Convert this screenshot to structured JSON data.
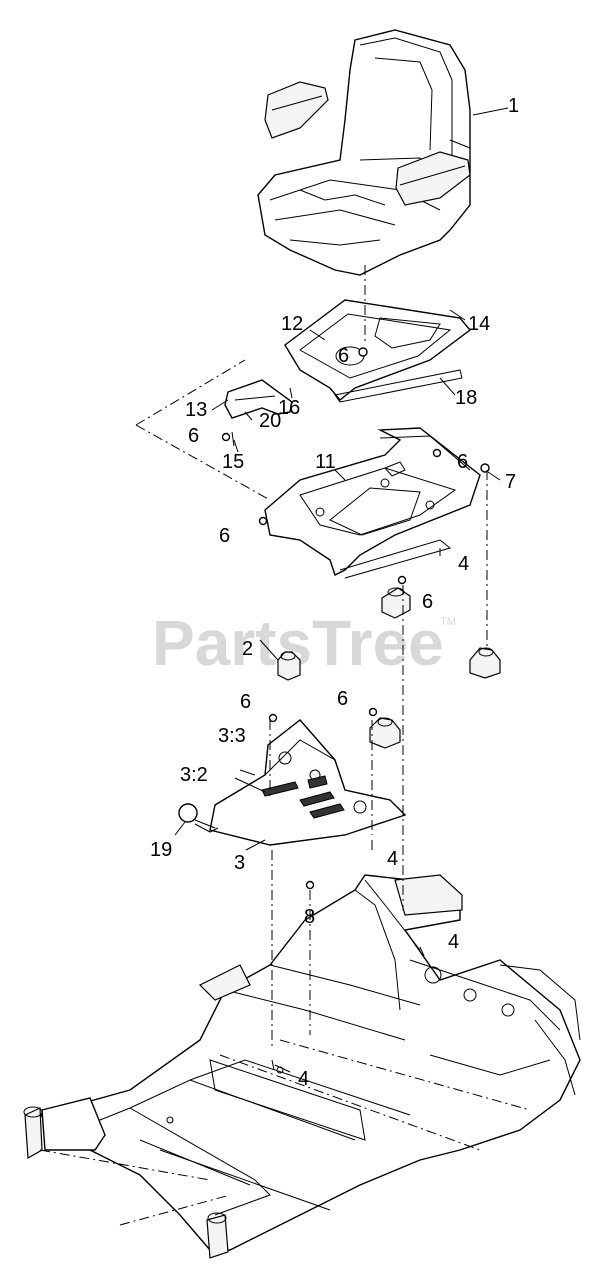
{
  "watermark": {
    "text": "PartsTree",
    "trademark": "TM"
  },
  "callouts": {
    "c1": "1",
    "c12": "12",
    "c14": "14",
    "c6a": "6",
    "c16": "16",
    "c18": "18",
    "c13": "13",
    "c6b": "6",
    "c20": "20",
    "c15": "15",
    "c11": "11",
    "c6c": "6",
    "c7": "7",
    "c6d": "6",
    "c4a": "4",
    "c6e": "6",
    "c2": "2",
    "c6f": "6",
    "c6g": "6",
    "c3_3": "3:3",
    "c3_2": "3:2",
    "c19": "19",
    "c3": "3",
    "c4b": "4",
    "c8": "8",
    "c4c": "4",
    "c4d": "4"
  }
}
